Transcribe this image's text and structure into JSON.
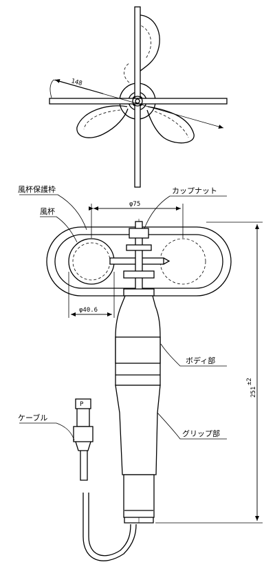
{
  "labels": {
    "cup_guard": "風杯保護枠",
    "cup": "風杯",
    "cap_nut": "カップナット",
    "body": "ボディ部",
    "cable": "ケーブル",
    "grip": "グリップ部"
  },
  "dimensions": {
    "span": "148",
    "cup_spacing": "φ75",
    "cup_diameter": "φ40.6",
    "length": "251",
    "length_tolerance": "±2"
  }
}
